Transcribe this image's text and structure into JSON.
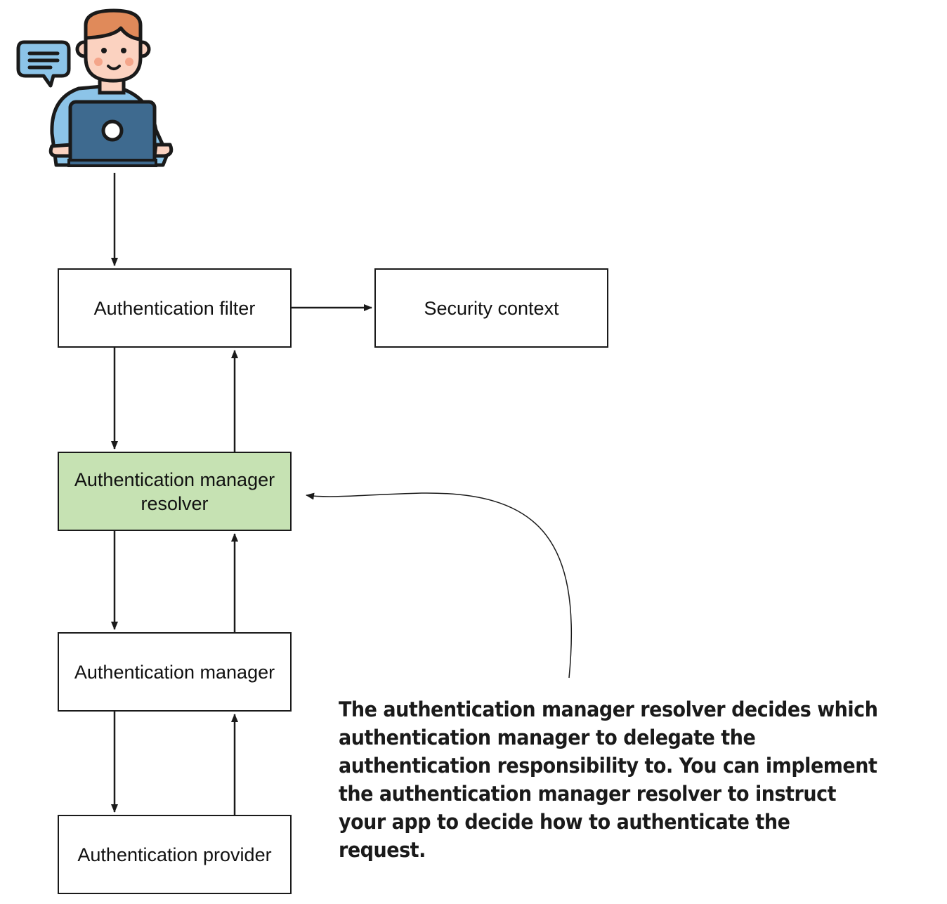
{
  "boxes": {
    "filter": {
      "label": "Authentication filter"
    },
    "context": {
      "label": "Security context"
    },
    "resolver": {
      "label": "Authentication manager\nresolver",
      "fill": "#c6e2b3"
    },
    "manager": {
      "label": "Authentication manager"
    },
    "provider": {
      "label": "Authentication provider"
    }
  },
  "annotation": {
    "text": "The authentication manager resolver decides which authentication manager to delegate the authentication responsibility to. You can implement the authentication manager resolver to instruct your app to decide how to authenticate the request."
  },
  "icons": {
    "user": "user-with-laptop-icon",
    "chat": "chat-bubble-icon"
  },
  "colors": {
    "stroke": "#1a1a1a",
    "resolver_fill": "#c6e2b3",
    "laptop": "#3e6a8f",
    "shirt": "#8cc4e8",
    "skin": "#fbd2c0",
    "hair": "#e08a5a"
  }
}
